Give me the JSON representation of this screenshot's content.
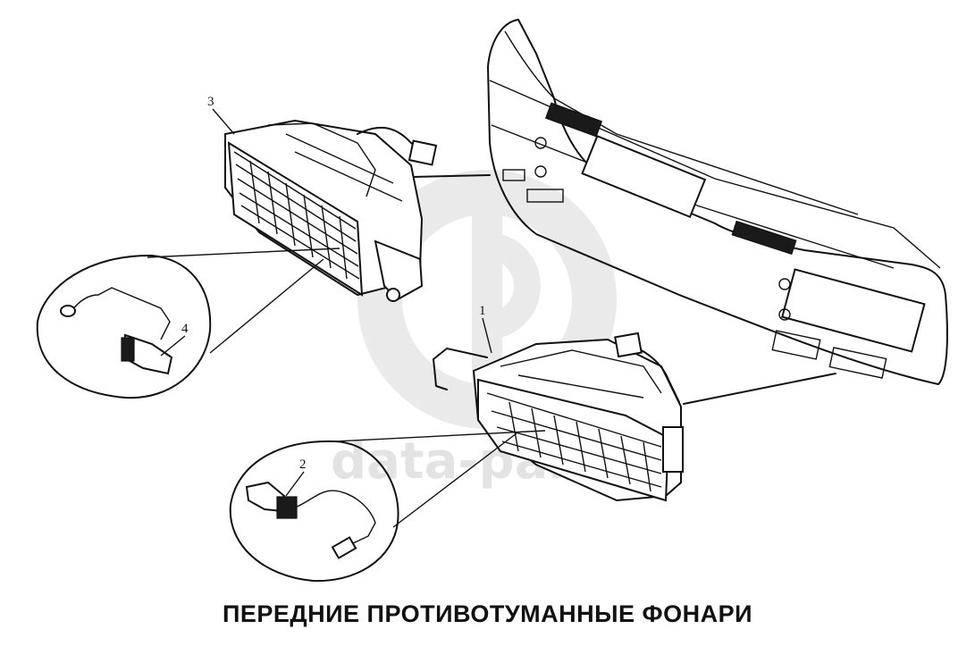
{
  "caption": "ПЕРЕДНИЕ ПРОТИВОТУМАННЫЕ ФОНАРИ",
  "watermark": {
    "text": "data-parts"
  },
  "callouts": [
    {
      "id": "1",
      "label": "1"
    },
    {
      "id": "2",
      "label": "2"
    },
    {
      "id": "3",
      "label": "3"
    },
    {
      "id": "4",
      "label": "4"
    }
  ]
}
